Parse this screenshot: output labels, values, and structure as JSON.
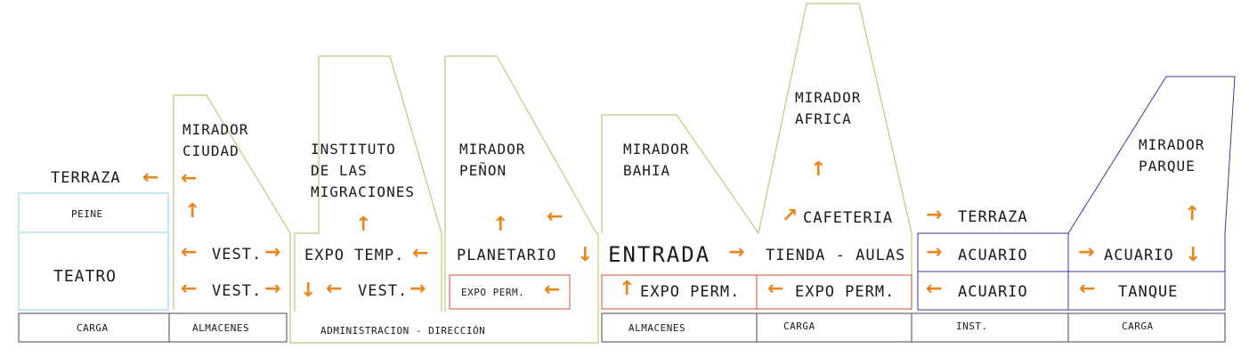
{
  "colors": {
    "green_outline": "#b5cf7a",
    "red_box": "#d94c3c",
    "cyan_box": "#8fd3e0",
    "blue_box": "#3a3a9a",
    "dark_strip": "#444444",
    "arrow": "#e8861c"
  },
  "labels": {
    "terraza_left": "TERRAZA",
    "peine": "PEINE",
    "teatro": "TEATRO",
    "mirador_ciudad_1": "MIRADOR",
    "mirador_ciudad_2": "CIUDAD",
    "vest_1": "VEST.",
    "vest_2": "VEST.",
    "instituto_1": "INSTITUTO",
    "instituto_2": "DE LAS",
    "instituto_3": "MIGRACIONES",
    "expo_temp": "EXPO TEMP.",
    "vest_3": "VEST.",
    "mirador_penon_1": "MIRADOR",
    "mirador_penon_2": "PEÑON",
    "planetario": "PLANETARIO",
    "expo_perm_small": "EXPO PERM.",
    "mirador_bahia_1": "MIRADOR",
    "mirador_bahia_2": "BAHIA",
    "entrada": "ENTRADA",
    "expo_perm_left": "EXPO PERM.",
    "mirador_africa_1": "MIRADOR",
    "mirador_africa_2": "AFRICA",
    "cafeteria": "CAFETERIA",
    "tienda_aulas": "TIENDA - AULAS",
    "expo_perm_right": "EXPO PERM.",
    "terraza_right": "TERRAZA",
    "acuario_1": "ACUARIO",
    "acuario_2": "ACUARIO",
    "mirador_parque_1": "MIRADOR",
    "mirador_parque_2": "PARQUE",
    "acuario_3": "ACUARIO",
    "tanque": "TANQUE"
  },
  "bottom_strip": {
    "carga_1": "CARGA",
    "almacenes_1": "ALMACENES",
    "admin": "ADMINISTRACION - DIRECCIÓN",
    "almacenes_2": "ALMACENES",
    "carga_2": "CARGA",
    "inst": "INST.",
    "carga_3": "CARGA"
  },
  "arrows": {
    "left": "←",
    "right": "→",
    "up": "↑",
    "down": "↓",
    "diag": "↗"
  }
}
